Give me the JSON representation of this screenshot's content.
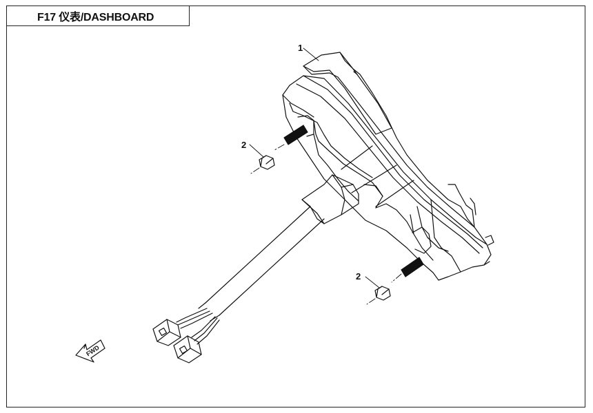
{
  "title": "F17 仪表/DASHBOARD",
  "callouts": [
    {
      "id": "part-1",
      "label": "1"
    },
    {
      "id": "part-2-upper",
      "label": "2"
    },
    {
      "id": "part-2-lower",
      "label": "2"
    }
  ],
  "direction_marker": {
    "label": "FWD",
    "icon": "arrow-icon"
  }
}
